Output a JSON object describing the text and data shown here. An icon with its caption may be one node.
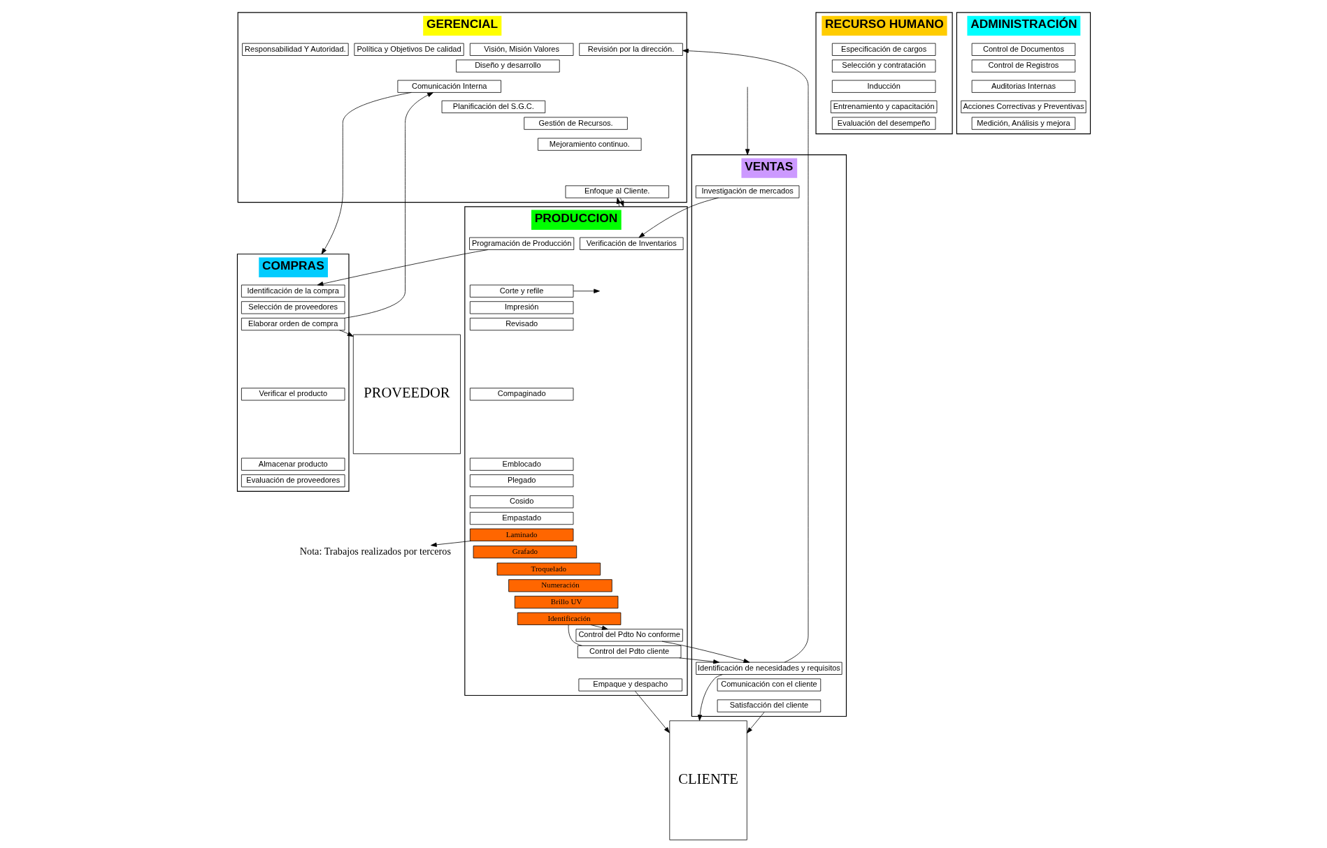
{
  "diagram": {
    "nodes": [
      {
        "text": [
          "GERENCIAL"
        ]
      },
      {
        "text": [
          "Revisión por la dirección."
        ],
        "in": 0
      },
      {
        "text": [
          "Visión, Misión Valores"
        ],
        "in": 0
      },
      {
        "text": [
          "Política y Objetivos De calidad"
        ],
        "in": 0
      },
      {
        "text": [
          "Responsabilidad Y Autoridad."
        ],
        "in": 0
      },
      {
        "text": [
          "Diseño y desarrollo"
        ],
        "in": 0
      },
      {
        "text": [
          "Comunicación Interna"
        ],
        "in": 0
      },
      {
        "text": [
          "Planificación del S.G.C."
        ],
        "in": 0
      },
      {
        "text": [
          "Gestión de Recursos."
        ],
        "in": 0
      },
      {
        "text": [
          "Mejoramiento continuo."
        ],
        "in": 0
      },
      {
        "text": [
          "Enfoque al Cliente."
        ],
        "in": 0
      },
      {
        "text": [
          "VENTAS"
        ]
      },
      {
        "text": [
          "Investigación de mercados"
        ],
        "in": 11
      },
      {
        "text": [
          "Identificación de necesidades y requisitos"
        ],
        "in": 11
      },
      {
        "text": [
          "Comunicación con el cliente"
        ],
        "in": 11
      },
      {
        "text": [
          "Satisfacción del cliente"
        ],
        "in": 11
      },
      {
        "text": [
          "PRODUCCION"
        ]
      },
      {
        "text": [
          "Verificación de Inventarios"
        ],
        "in": 16
      },
      {
        "text": [
          "Programación de Producción"
        ],
        "in": 16
      },
      {
        "text": [
          "Control del Pdto No conforme"
        ],
        "in": 16
      },
      {
        "text": [
          "Control del Pdto cliente"
        ],
        "in": 16
      },
      {
        "text": [
          "Empaque y despacho"
        ],
        "in": 16
      },
      {
        "text": [
          "Corte y refile"
        ],
        "in": 16
      },
      {
        "text": [
          "Impresión"
        ],
        "in": 16
      },
      {
        "text": [
          "Revisado"
        ],
        "in": 16
      },
      {
        "text": [
          "Compaginado"
        ],
        "in": 16
      },
      {
        "text": [
          "Emblocado"
        ],
        "in": 16
      },
      {
        "text": [
          "Plegado"
        ],
        "in": 16
      },
      {
        "text": [
          "Cosido"
        ],
        "in": 16
      },
      {
        "text": [
          "Empastado"
        ],
        "in": 16
      },
      {
        "text": [
          "Laminado"
        ],
        "in": 16
      },
      {
        "text": [
          "Grafado"
        ],
        "in": 16
      },
      {
        "text": [
          "Troquelado"
        ],
        "in": 16
      },
      {
        "text": [
          "Numeración"
        ],
        "in": 16
      },
      {
        "text": [
          "Brillo UV"
        ],
        "in": 16
      },
      {
        "text": [
          "Identificación"
        ],
        "in": 16
      },
      {
        "text": [
          "COMPRAS"
        ]
      },
      {
        "text": [
          "Identificación de la compra"
        ],
        "in": 36
      },
      {
        "text": [
          "Selección de proveedores"
        ],
        "in": 36
      },
      {
        "text": [
          "Elaborar orden de compra"
        ],
        "in": 36
      },
      {
        "text": [
          "Verificar el producto"
        ],
        "in": 36
      },
      {
        "text": [
          "Almacenar producto"
        ],
        "in": 36
      },
      {
        "text": [
          "Evaluación de proveedores"
        ],
        "in": 36
      },
      {
        "text": [
          "RECURSO HUMANO"
        ]
      },
      {
        "text": [
          "Especificación de cargos"
        ],
        "in": 43
      },
      {
        "text": [
          "Selección y contratación"
        ],
        "in": 43
      },
      {
        "text": [
          "Inducción"
        ],
        "in": 43
      },
      {
        "text": [
          "Entrenamiento y capacitación"
        ],
        "in": 43
      },
      {
        "text": [
          "Evaluación del desempeño"
        ],
        "in": 43
      },
      {
        "text": [
          "ADMINISTRACIÓN"
        ]
      },
      {
        "text": [
          "Control de Documentos"
        ],
        "in": 49
      },
      {
        "text": [
          "Control de Registros"
        ],
        "in": 49
      },
      {
        "text": [
          "Auditorias Internas"
        ],
        "in": 49
      },
      {
        "text": [
          "Acciones Correctivas y Preventivas"
        ],
        "in": 49
      },
      {
        "text": [
          "Medición, Análisis y mejora"
        ],
        "in": 49
      },
      {
        "text": [
          "CLIENTE"
        ]
      },
      {
        "text": [
          "PROVEEDOR"
        ]
      },
      {
        "text": [
          "Nota: Trabajos realizados por terceros"
        ]
      }
    ],
    "edges": [
      {
        "from": 13,
        "to": 1,
        "arrow": "to"
      },
      {
        "from": 13,
        "to": 55,
        "arrow": "to"
      },
      {
        "from": null,
        "to": 11,
        "arrow": "to"
      },
      {
        "from": 15,
        "to": 55,
        "arrow": "to"
      },
      {
        "from": 12,
        "to": 17,
        "arrow": "to"
      },
      {
        "from": 39,
        "to": 6,
        "arrow": "to"
      },
      {
        "from": 39,
        "to": 56,
        "arrow": "to"
      },
      {
        "from": 6,
        "to": 36,
        "arrow": "to"
      },
      {
        "from": 10,
        "to": 16,
        "arrow": "to"
      },
      {
        "from": 16,
        "to": 10,
        "arrow": "to"
      },
      {
        "from": 18,
        "to": 37,
        "arrow": "to"
      },
      {
        "from": 22,
        "to": null,
        "arrow": "to"
      },
      {
        "from": 35,
        "to": 19,
        "arrow": "to"
      },
      {
        "from": 35,
        "to": 20,
        "arrow": "none"
      },
      {
        "from": 19,
        "to": 13,
        "arrow": "to"
      },
      {
        "from": 20,
        "to": 13,
        "arrow": "to"
      },
      {
        "from": 21,
        "to": 55,
        "arrow": "to"
      },
      {
        "from": 30,
        "to": 57,
        "arrow": "to"
      }
    ]
  }
}
